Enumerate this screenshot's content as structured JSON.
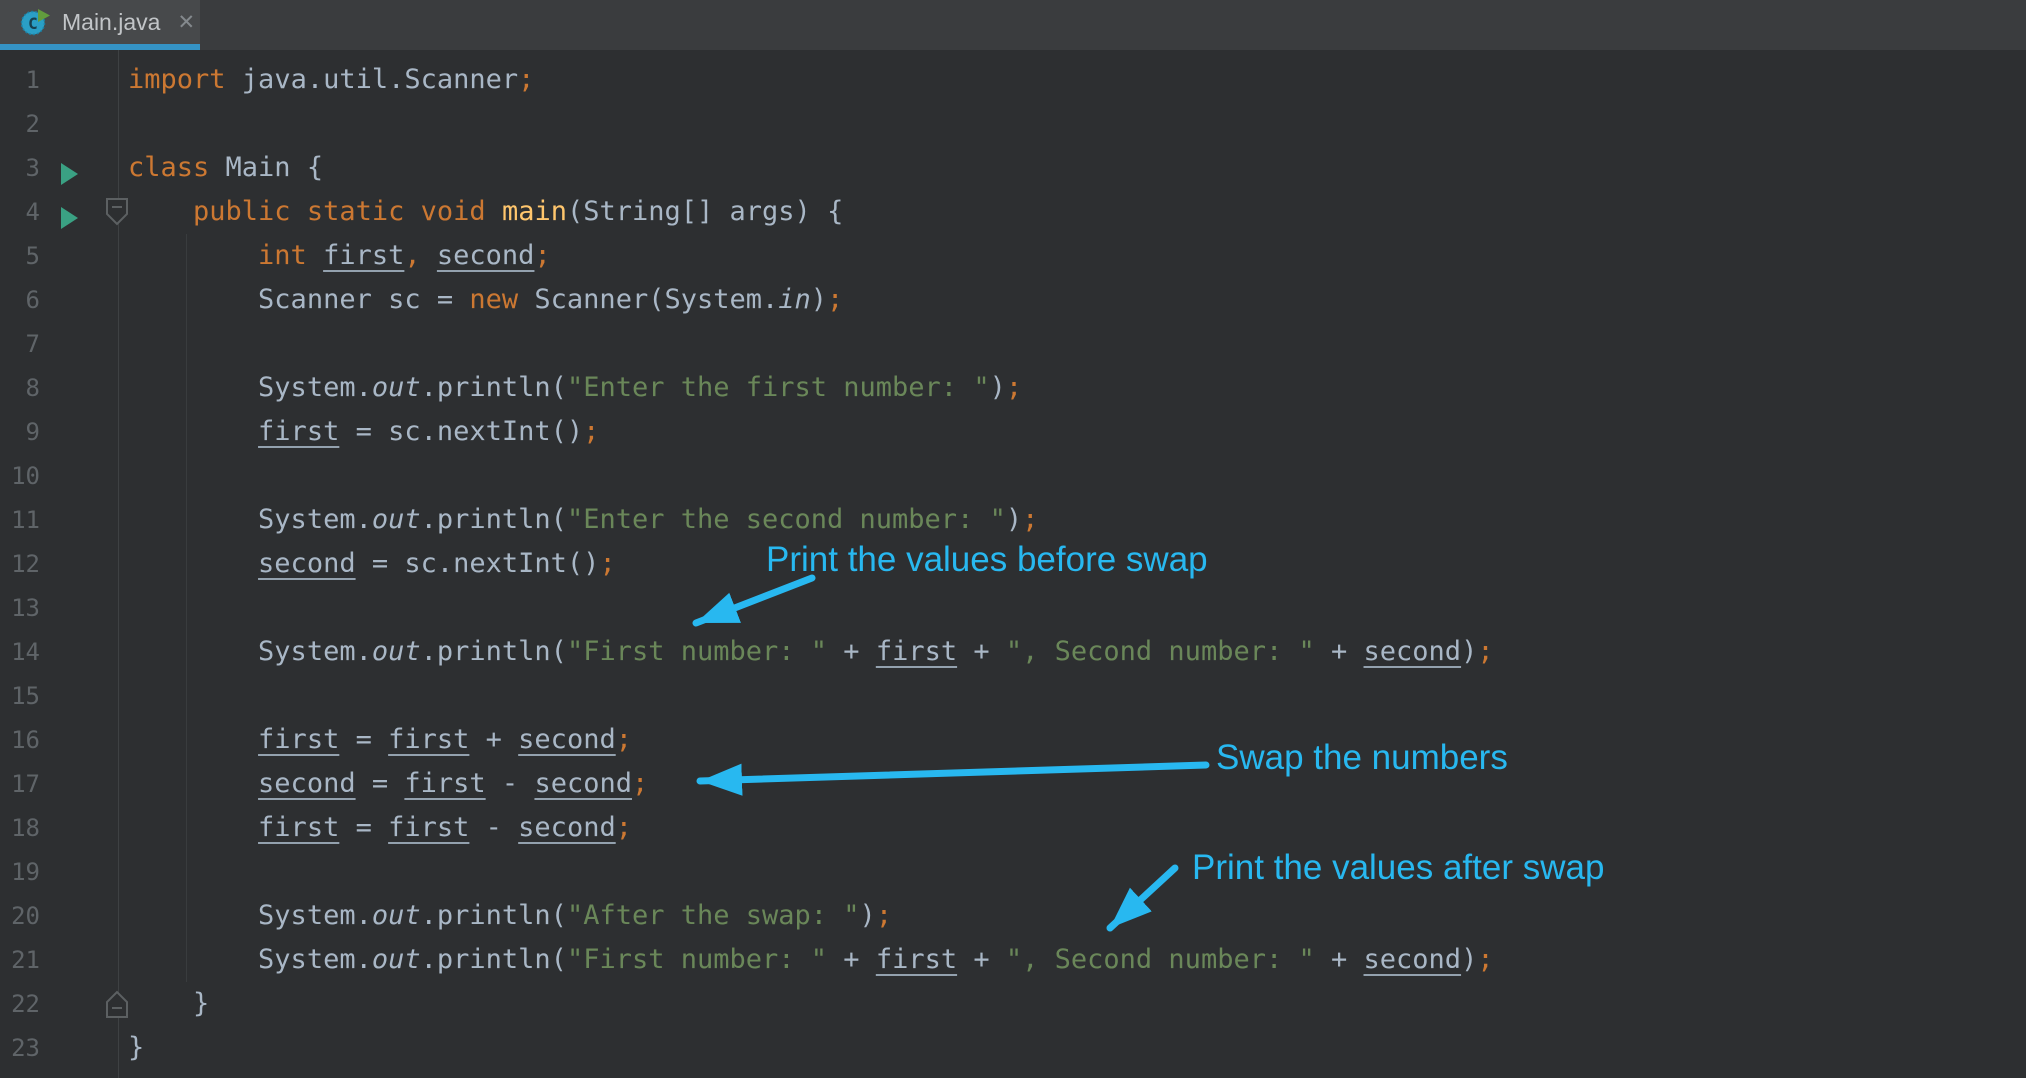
{
  "tab": {
    "title": "Main.java",
    "close_label": "✕"
  },
  "colors": {
    "editor_background": "#2d2f31",
    "tabbar_background": "#3a3c3e",
    "active_tab_background": "#47494b",
    "active_tab_underline": "#3593c5",
    "keyword": "#cc7832",
    "punctuation": "#cc7832",
    "string": "#6a8759",
    "plain_text": "#a9b7c6",
    "method_name": "#ffc66d",
    "line_number": "#5f6468",
    "annotation_cyan": "#28b8f0",
    "run_icon_green": "#3aa183"
  },
  "editor": {
    "lines": [
      {
        "n": "1",
        "ind": 0,
        "tok": [
          [
            "k",
            "import"
          ],
          [
            "t",
            " java.util.Scanner"
          ],
          [
            "p",
            ";"
          ]
        ]
      },
      {
        "n": "2",
        "ind": 0,
        "tok": []
      },
      {
        "n": "3",
        "ind": 0,
        "run": true,
        "tok": [
          [
            "k",
            "class"
          ],
          [
            "t",
            " Main {"
          ]
        ]
      },
      {
        "n": "4",
        "ind": 4,
        "run": true,
        "fold": "down",
        "tok": [
          [
            "k",
            "public"
          ],
          [
            "t",
            " "
          ],
          [
            "k",
            "static"
          ],
          [
            "t",
            " "
          ],
          [
            "k",
            "void"
          ],
          [
            "t",
            " "
          ],
          [
            "fn",
            "main"
          ],
          [
            "t",
            "(String[] args) {"
          ]
        ]
      },
      {
        "n": "5",
        "ind": 8,
        "tok": [
          [
            "k",
            "int"
          ],
          [
            "t",
            " "
          ],
          [
            "v",
            "first"
          ],
          [
            "p",
            ","
          ],
          [
            "t",
            " "
          ],
          [
            "v",
            "second"
          ],
          [
            "p",
            ";"
          ]
        ]
      },
      {
        "n": "6",
        "ind": 8,
        "tok": [
          [
            "t",
            "Scanner sc = "
          ],
          [
            "k",
            "new"
          ],
          [
            "t",
            " Scanner(System."
          ],
          [
            "i",
            "in"
          ],
          [
            "t",
            ")"
          ],
          [
            "p",
            ";"
          ]
        ]
      },
      {
        "n": "7",
        "ind": 0,
        "tok": []
      },
      {
        "n": "8",
        "ind": 8,
        "tok": [
          [
            "t",
            "System."
          ],
          [
            "i",
            "out"
          ],
          [
            "t",
            ".println("
          ],
          [
            "s",
            "\"Enter the first number: \""
          ],
          [
            "t",
            ")"
          ],
          [
            "p",
            ";"
          ]
        ]
      },
      {
        "n": "9",
        "ind": 8,
        "tok": [
          [
            "v",
            "first"
          ],
          [
            "t",
            " = sc.nextInt()"
          ],
          [
            "p",
            ";"
          ]
        ]
      },
      {
        "n": "10",
        "ind": 0,
        "tok": []
      },
      {
        "n": "11",
        "ind": 8,
        "tok": [
          [
            "t",
            "System."
          ],
          [
            "i",
            "out"
          ],
          [
            "t",
            ".println("
          ],
          [
            "s",
            "\"Enter the second number: \""
          ],
          [
            "t",
            ")"
          ],
          [
            "p",
            ";"
          ]
        ]
      },
      {
        "n": "12",
        "ind": 8,
        "tok": [
          [
            "v",
            "second"
          ],
          [
            "t",
            " = sc.nextInt()"
          ],
          [
            "p",
            ";"
          ]
        ]
      },
      {
        "n": "13",
        "ind": 0,
        "tok": []
      },
      {
        "n": "14",
        "ind": 8,
        "tok": [
          [
            "t",
            "System."
          ],
          [
            "i",
            "out"
          ],
          [
            "t",
            ".println("
          ],
          [
            "s",
            "\"First number: \""
          ],
          [
            "t",
            " + "
          ],
          [
            "v",
            "first"
          ],
          [
            "t",
            " + "
          ],
          [
            "s",
            "\", Second number: \""
          ],
          [
            "t",
            " + "
          ],
          [
            "v",
            "second"
          ],
          [
            "t",
            ")"
          ],
          [
            "p",
            ";"
          ]
        ]
      },
      {
        "n": "15",
        "ind": 0,
        "tok": []
      },
      {
        "n": "16",
        "ind": 8,
        "tok": [
          [
            "v",
            "first"
          ],
          [
            "t",
            " = "
          ],
          [
            "v",
            "first"
          ],
          [
            "t",
            " + "
          ],
          [
            "v",
            "second"
          ],
          [
            "p",
            ";"
          ]
        ]
      },
      {
        "n": "17",
        "ind": 8,
        "tok": [
          [
            "v",
            "second"
          ],
          [
            "t",
            " = "
          ],
          [
            "v",
            "first"
          ],
          [
            "t",
            " - "
          ],
          [
            "v",
            "second"
          ],
          [
            "p",
            ";"
          ]
        ]
      },
      {
        "n": "18",
        "ind": 8,
        "tok": [
          [
            "v",
            "first"
          ],
          [
            "t",
            " = "
          ],
          [
            "v",
            "first"
          ],
          [
            "t",
            " - "
          ],
          [
            "v",
            "second"
          ],
          [
            "p",
            ";"
          ]
        ]
      },
      {
        "n": "19",
        "ind": 0,
        "tok": []
      },
      {
        "n": "20",
        "ind": 8,
        "tok": [
          [
            "t",
            "System."
          ],
          [
            "i",
            "out"
          ],
          [
            "t",
            ".println("
          ],
          [
            "s",
            "\"After the swap: \""
          ],
          [
            "t",
            ")"
          ],
          [
            "p",
            ";"
          ]
        ]
      },
      {
        "n": "21",
        "ind": 8,
        "tok": [
          [
            "t",
            "System."
          ],
          [
            "i",
            "out"
          ],
          [
            "t",
            ".println("
          ],
          [
            "s",
            "\"First number: \""
          ],
          [
            "t",
            " + "
          ],
          [
            "v",
            "first"
          ],
          [
            "t",
            " + "
          ],
          [
            "s",
            "\", Second number: \""
          ],
          [
            "t",
            " + "
          ],
          [
            "v",
            "second"
          ],
          [
            "t",
            ")"
          ],
          [
            "p",
            ";"
          ]
        ]
      },
      {
        "n": "22",
        "ind": 4,
        "fold": "up",
        "tok": [
          [
            "t",
            "}"
          ]
        ]
      },
      {
        "n": "23",
        "ind": 0,
        "tok": [
          [
            "t",
            "}"
          ]
        ]
      }
    ]
  },
  "annotations": [
    {
      "text": "Print the values before swap"
    },
    {
      "text": "Swap the numbers"
    },
    {
      "text": "Print the values after swap"
    }
  ]
}
